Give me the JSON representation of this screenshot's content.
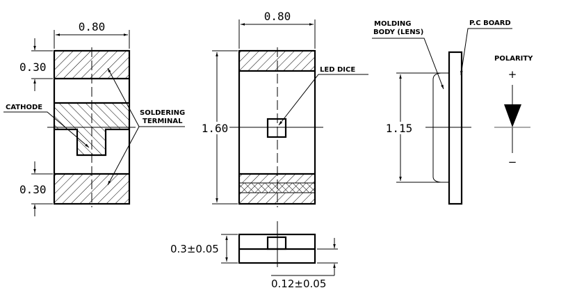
{
  "top_view": {
    "width_dim": "0.80",
    "top_pad_dim": "0.30",
    "bottom_pad_dim": "0.30",
    "cathode_label": "CATHODE",
    "soldering_label_1": "SOLDERING",
    "soldering_label_2": "TERMINAL"
  },
  "front_view": {
    "width_dim": "0.80",
    "length_dim": "1.60",
    "led_dice_label": "LED DICE"
  },
  "side_view_bottom": {
    "height_dim": "0.3±0.05",
    "pcb_thickness_dim": "0.12±0.05"
  },
  "side_view": {
    "molding_label_1": "MOLDING",
    "molding_label_2": "BODY (LENS)",
    "pcb_label": "P.C BOARD",
    "lens_dim": "1.15"
  },
  "polarity": {
    "title": "POLARITY",
    "plus": "+",
    "minus": "−"
  }
}
